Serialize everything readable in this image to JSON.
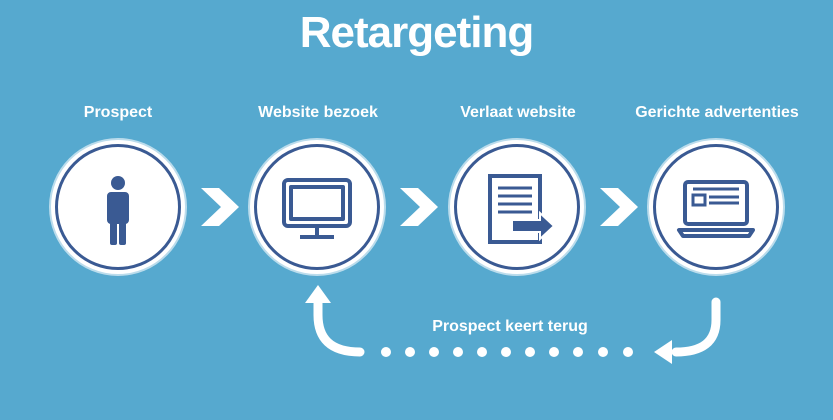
{
  "title": "Retargeting",
  "steps": [
    {
      "label": "Prospect",
      "icon": "person-icon"
    },
    {
      "label": "Website bezoek",
      "icon": "monitor-icon"
    },
    {
      "label": "Verlaat website",
      "icon": "document-exit-icon"
    },
    {
      "label": "Gerichte advertenties",
      "icon": "laptop-ad-icon"
    }
  ],
  "return_label": "Prospect keert terug",
  "colors": {
    "background": "#56a9cf",
    "icon": "#3a5a93",
    "white": "#ffffff"
  }
}
